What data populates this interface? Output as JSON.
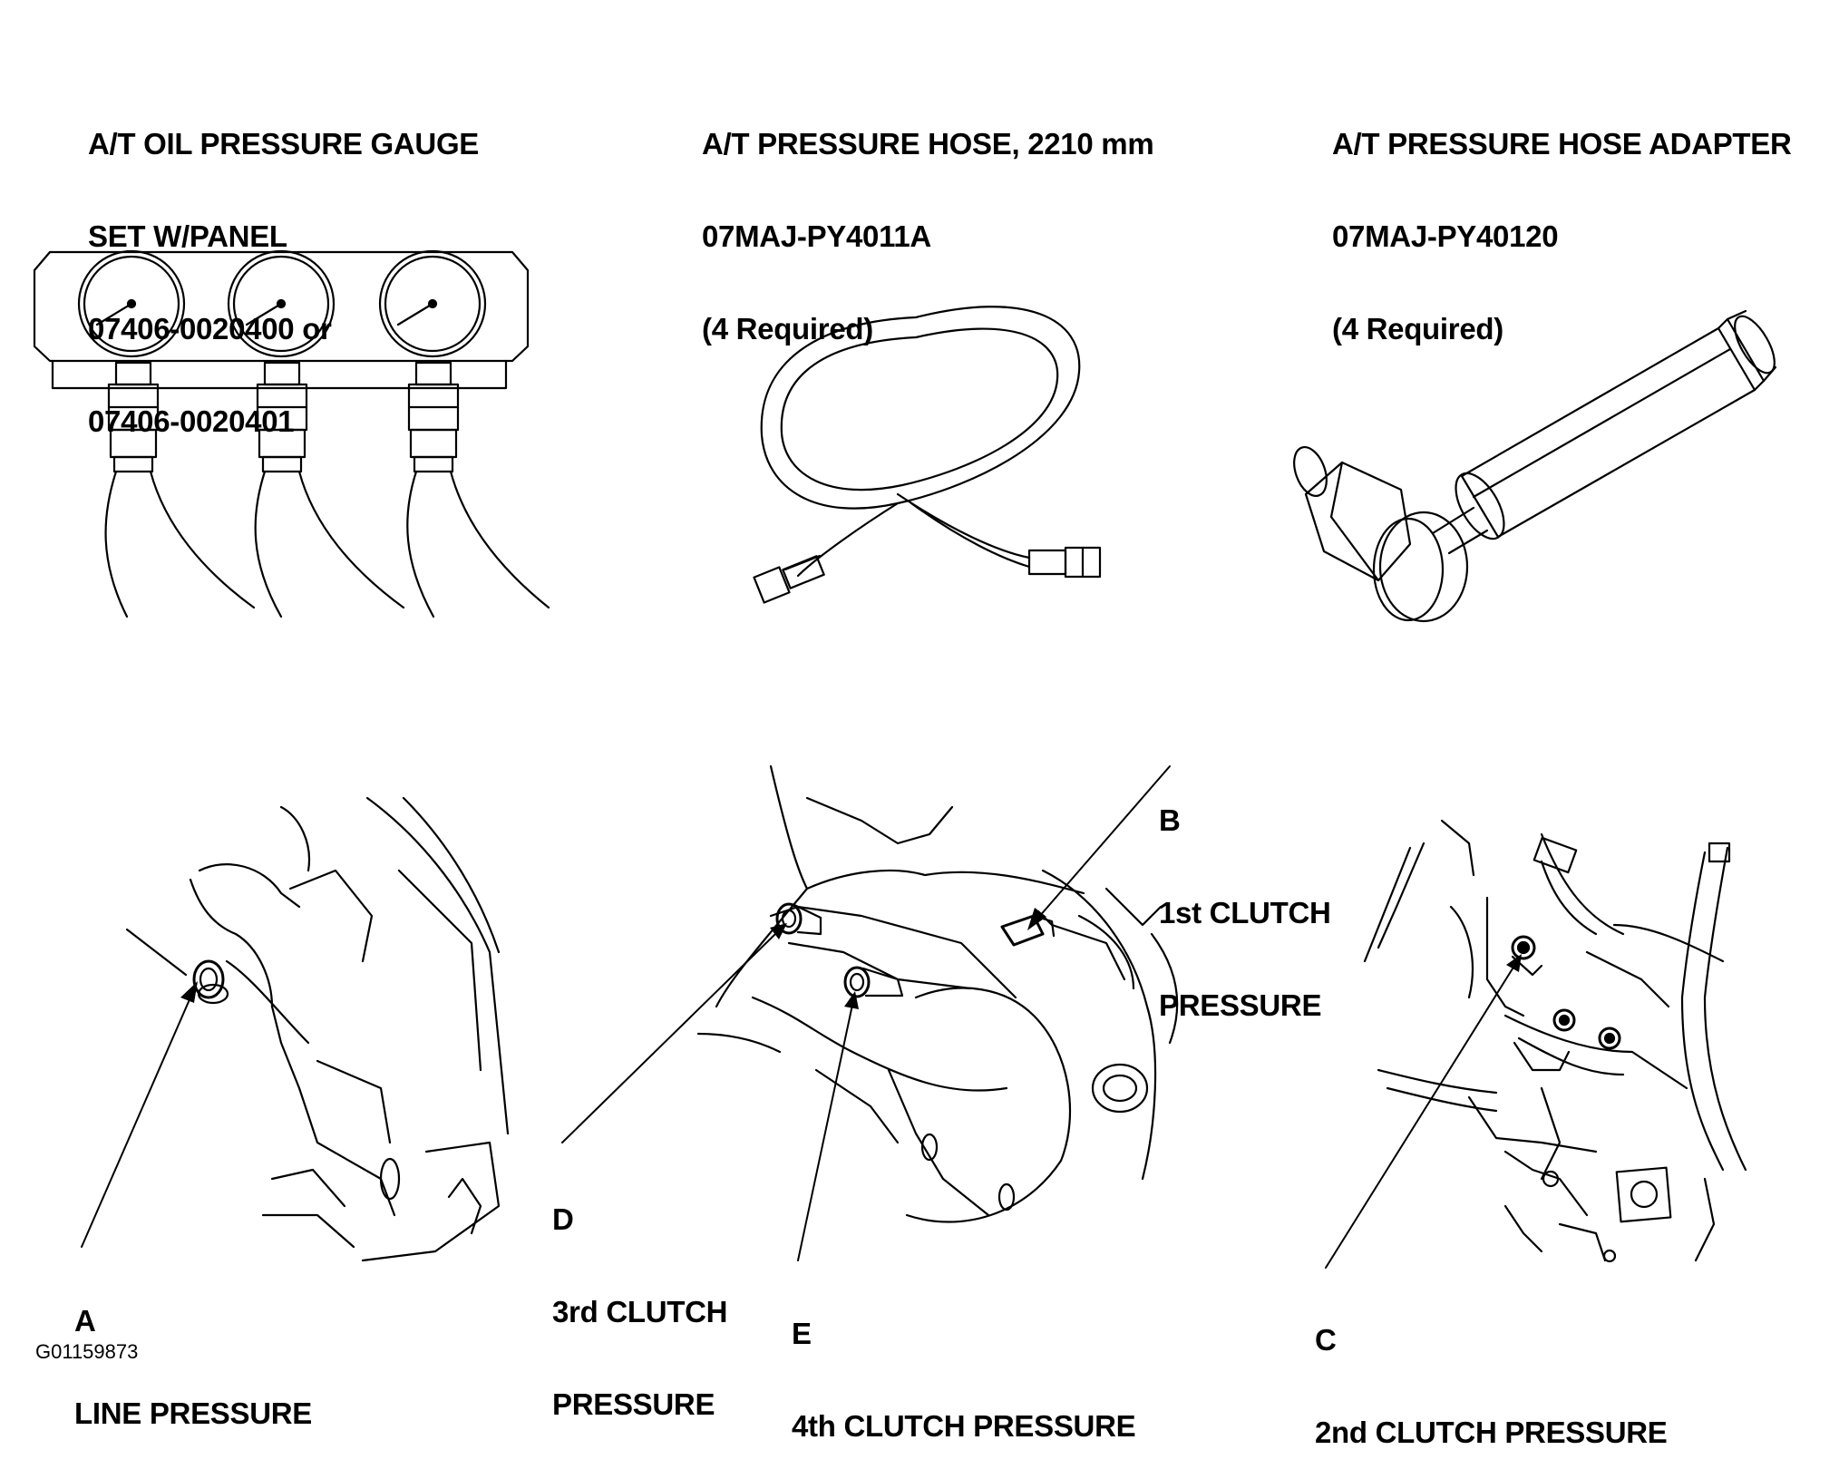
{
  "tools": [
    {
      "lines": [
        "A/T OIL PRESSURE GAUGE",
        "SET W/PANEL",
        "07406-0020400 or",
        "07406-0020401"
      ]
    },
    {
      "lines": [
        "A/T PRESSURE HOSE, 2210 mm",
        "07MAJ-PY4011A",
        "(4 Required)"
      ]
    },
    {
      "lines": [
        "A/T PRESSURE HOSE ADAPTER",
        "07MAJ-PY40120",
        "(4 Required)"
      ]
    }
  ],
  "callouts": {
    "A": {
      "letter": "A",
      "name": "LINE PRESSURE"
    },
    "B": {
      "letter": "B",
      "name_line1": "1st CLUTCH",
      "name_line2": "PRESSURE"
    },
    "C": {
      "letter": "C",
      "name": "2nd CLUTCH PRESSURE"
    },
    "D": {
      "letter": "D",
      "name_line1": "3rd CLUTCH",
      "name_line2": "PRESSURE"
    },
    "E": {
      "letter": "E",
      "name": "4th CLUTCH PRESSURE"
    }
  },
  "figure_code": "G01159873"
}
